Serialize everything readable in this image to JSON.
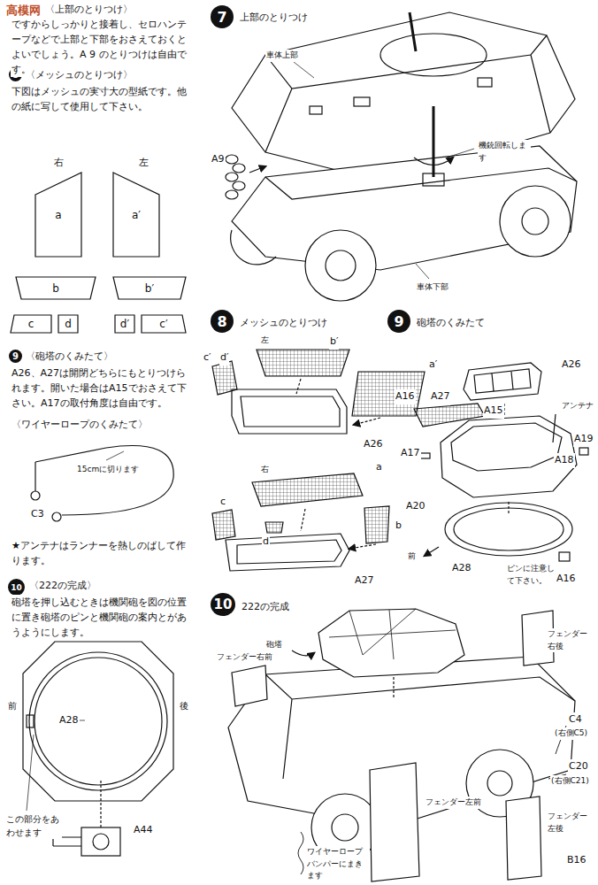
{
  "diagram": {
    "nodes": [
      {
        "text": [
          "8"
        ]
      },
      {
        "text": [
          "a"
        ]
      },
      {
        "text": [
          "a′"
        ]
      },
      {
        "text": [
          "b"
        ]
      },
      {
        "text": [
          "b′"
        ]
      },
      {
        "text": [
          "c"
        ]
      },
      {
        "text": [
          "d"
        ]
      },
      {
        "text": [
          "d′"
        ]
      },
      {
        "text": [
          "c′"
        ]
      },
      {
        "text": [
          "9"
        ]
      },
      {
        "text": [
          "10"
        ]
      },
      {
        "text": [
          "7"
        ]
      },
      {
        "text": [
          "8"
        ]
      },
      {
        "text": [
          "9"
        ]
      },
      {
        "text": [
          "10"
        ]
      }
    ],
    "labels": [
      "高模网",
      "〈上部のとりつけ〉",
      "ですからしっかりと接着し、セロハンテープなどで上部と下部をおさえておくとよいでしょう。A 9 のとりつけは自由です。",
      "〈メッシュのとりつけ〉",
      "下図はメッシュの実寸大の型紙です。他の紙に写して使用して下さい。",
      "右",
      "左",
      "〈砲塔のくみたて〉",
      "A26、A27は開閉どちらにもとりつけられます。開いた場合はA15でおさえて下さい。A17の取付角度は自由です。",
      "〈ワイヤーロープのくみたて〉",
      "15cmに切ります",
      "C3",
      "★アンテナはランナーを熱しのばして作ります。",
      "〈222の完成〉",
      "砲塔を押し込むときは機関砲を図の位置に置き砲塔のピンと機関砲の案内とがあうようにします。",
      "前",
      "A28",
      "後",
      "この部分をあわせます",
      "A44",
      "上部のとりつけ",
      "車体上部",
      "A9",
      "機銃回転します",
      "車体下部",
      "メッシュのとりつけ",
      "左",
      "c′",
      "d′",
      "b′",
      "a′",
      "A26",
      "右",
      "a",
      "c",
      "d",
      "b",
      "A27",
      "砲塔のくみたて",
      "A26",
      "A16",
      "A27",
      "A15",
      "アンテナ",
      "A19",
      "A18",
      "A17",
      "A20",
      "前",
      "A28",
      "ピンに注意して下さい。",
      "A16",
      "222の完成",
      "砲塔",
      "フェンダー右後",
      "フェンダー右前",
      "C4",
      "(右側C5)",
      "C20",
      "(右側C21)",
      "フェンダー左前",
      "フェンダー左後",
      "ワイヤーロープバンパーにまきます",
      "B16"
    ]
  }
}
